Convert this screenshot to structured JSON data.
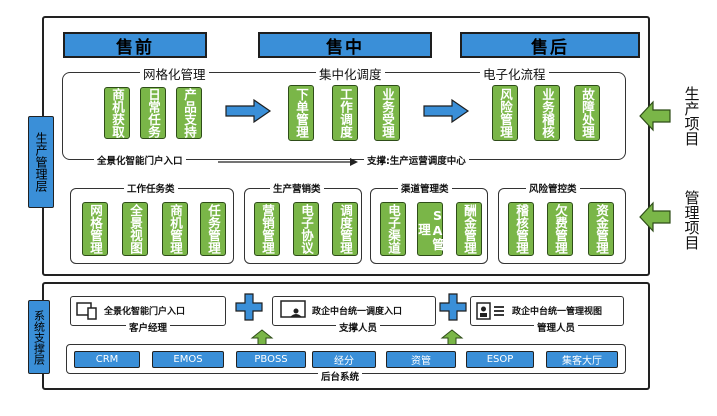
{
  "phases": [
    "售前",
    "售中",
    "售后"
  ],
  "left_label": "生产管理层",
  "right_labels": {
    "production": "生产项目",
    "management": "管理项目"
  },
  "top_sections": {
    "grid": {
      "title": "网格化管理",
      "items": [
        "商机获取",
        "日常任务",
        "产品支持"
      ]
    },
    "central": {
      "title": "集中化调度",
      "items": [
        "下单管理",
        "工作调度",
        "业务受理"
      ]
    },
    "electronic": {
      "title": "电子化流程",
      "items": [
        "风险管理",
        "业务稽核",
        "故障处理"
      ]
    }
  },
  "portal_entry": "全景化智能门户入口",
  "support_center": "支撑:生产运营调度中心",
  "categories": [
    {
      "title": "工作任务类",
      "items": [
        "网格管理",
        "全景视图",
        "商机管理",
        "任务管理"
      ]
    },
    {
      "title": "生产营销类",
      "items": [
        "营销管理",
        "电子协议",
        "调度管理"
      ]
    },
    {
      "title": "渠道管理类",
      "items": [
        "电子渠道",
        "SA管理",
        "酬金管理"
      ]
    },
    {
      "title": "风险管控类",
      "items": [
        "稽核管理",
        "欠费管理",
        "资金管理"
      ]
    }
  ],
  "system_label": "系统支撑层",
  "entries": [
    {
      "text": "全景化智能门户入口",
      "role": "客户经理"
    },
    {
      "text": "政企中台统一调度入口",
      "role": "支撑人员"
    },
    {
      "text": "政企中台统一管理视图",
      "role": "管理人员"
    }
  ],
  "backend_systems": [
    "CRM",
    "EMOS",
    "PBOSS",
    "经分",
    "资管",
    "ESOP",
    "集客大厅"
  ],
  "backend_label": "后台系统"
}
